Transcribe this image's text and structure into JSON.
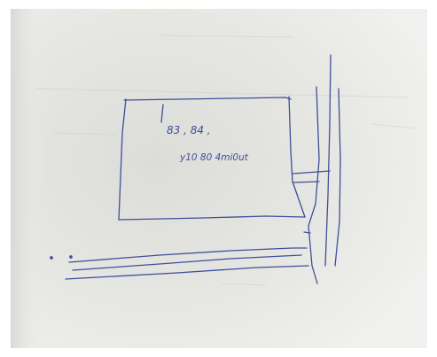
{
  "photo": {
    "subject": "photo of a hand-drawn pen sketch on white paper",
    "paper_color": "#eeeeec",
    "ink_color": "#3f4f9a"
  },
  "sketch": {
    "note_line_1": "83 , 84 ,",
    "note_line_2": "y10 80 4mi0ut"
  }
}
